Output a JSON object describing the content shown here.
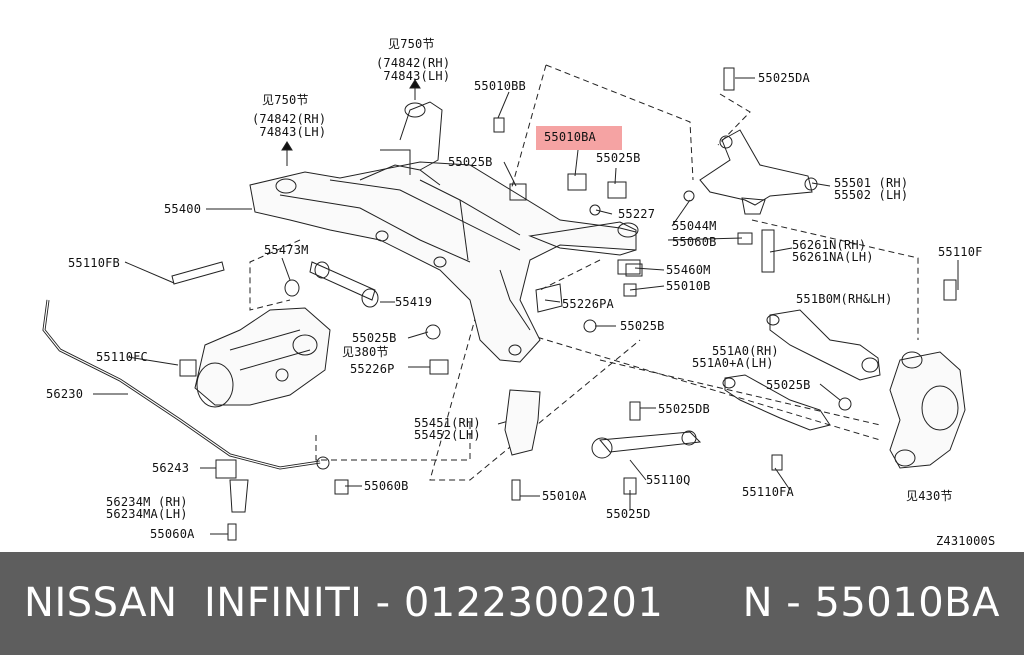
{
  "diagram": {
    "code": "Z431000S",
    "highlight": "55010BA",
    "callouts": [
      {
        "id": "ref750-top-l1",
        "text": "见750节"
      },
      {
        "id": "ref750-top-l2",
        "text": "(74842(RH)"
      },
      {
        "id": "ref750-top-l3",
        "text": " 74843(LH)"
      },
      {
        "id": "ref750-left-l1",
        "text": "见750节"
      },
      {
        "id": "ref750-left-l2",
        "text": "(74842(RH)"
      },
      {
        "id": "ref750-left-l3",
        "text": " 74843(LH)"
      },
      {
        "id": "p55010BB",
        "text": "55010BB"
      },
      {
        "id": "p55010BA",
        "text": "55010BA"
      },
      {
        "id": "p55025B-a",
        "text": "55025B"
      },
      {
        "id": "p55025B-b",
        "text": "55025B"
      },
      {
        "id": "p55227",
        "text": "55227"
      },
      {
        "id": "p55025DA",
        "text": "55025DA"
      },
      {
        "id": "p55501",
        "text": "55501 (RH)"
      },
      {
        "id": "p55502",
        "text": "55502 (LH)"
      },
      {
        "id": "p55044M",
        "text": "55044M"
      },
      {
        "id": "p55060B-top",
        "text": "55060B"
      },
      {
        "id": "p56261N",
        "text": "56261N(RH)"
      },
      {
        "id": "p56261NA",
        "text": "56261NA(LH)"
      },
      {
        "id": "p55400",
        "text": "55400"
      },
      {
        "id": "p55473M",
        "text": "55473M"
      },
      {
        "id": "p55110FB",
        "text": "55110FB"
      },
      {
        "id": "p55460M",
        "text": "55460M"
      },
      {
        "id": "p55010B",
        "text": "55010B"
      },
      {
        "id": "p55110F",
        "text": "55110F"
      },
      {
        "id": "p55419",
        "text": "55419"
      },
      {
        "id": "p55226PA",
        "text": "55226PA"
      },
      {
        "id": "p551B0M",
        "text": "551B0M(RH&LH)"
      },
      {
        "id": "p55025B-c",
        "text": "55025B"
      },
      {
        "id": "p55025B-d",
        "text": "55025B"
      },
      {
        "id": "p55110FC",
        "text": "55110FC"
      },
      {
        "id": "ref380",
        "text": "见380节"
      },
      {
        "id": "p55226P",
        "text": "55226P"
      },
      {
        "id": "p551A0",
        "text": "551A0(RH)"
      },
      {
        "id": "p551A0A",
        "text": "551A0+A(LH)"
      },
      {
        "id": "p55025B-e",
        "text": "55025B"
      },
      {
        "id": "p56230",
        "text": "56230"
      },
      {
        "id": "p55025DB",
        "text": "55025DB"
      },
      {
        "id": "p55451",
        "text": "55451(RH)"
      },
      {
        "id": "p55452",
        "text": "55452(LH)"
      },
      {
        "id": "p56243",
        "text": "56243"
      },
      {
        "id": "p55060B-bot",
        "text": "55060B"
      },
      {
        "id": "p55110Q",
        "text": "55110Q"
      },
      {
        "id": "p55110FA",
        "text": "55110FA"
      },
      {
        "id": "ref430",
        "text": "见430节"
      },
      {
        "id": "p56234M",
        "text": "56234M (RH)"
      },
      {
        "id": "p56234MA",
        "text": "56234MA(LH)"
      },
      {
        "id": "p55010A",
        "text": "55010A"
      },
      {
        "id": "p55025D",
        "text": "55025D"
      },
      {
        "id": "p55060A",
        "text": "55060A"
      }
    ]
  },
  "footer": {
    "brand": "NISSAN  INFINITI - 0122300201",
    "part": "N - 55010BA"
  },
  "colors": {
    "highlight": "#f5a3a3",
    "footer_bg": "#5e5e5e",
    "footer_text": "#ffffff",
    "ink": "#111111"
  }
}
